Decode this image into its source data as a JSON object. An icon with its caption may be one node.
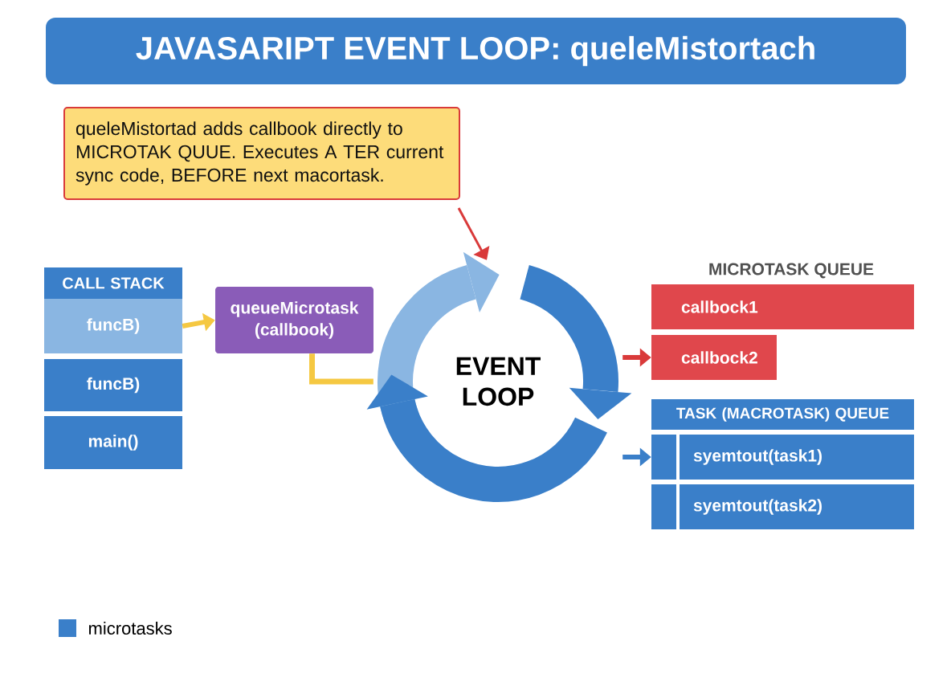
{
  "diagram": {
    "title": "JAVASARIPT EVENT LOOP: queleMistortach",
    "nodes": [
      {
        "text": [
          "CALL STACK"
        ]
      },
      {
        "text": [
          "funcB)"
        ]
      },
      {
        "text": [
          "funcB)"
        ]
      },
      {
        "text": [
          "main()"
        ]
      },
      {
        "text": [
          "queueMicrotask (callbook)"
        ]
      },
      {
        "text": [
          "queleMistortad adds callbook directly to MICROTAK QUUE. Executes A TER current sync code, BEFORE next macortask."
        ]
      },
      {
        "text": [
          "EVENT LOOP"
        ]
      },
      {
        "text": [
          "callbock1"
        ]
      },
      {
        "text": [
          "callbock2"
        ]
      },
      {
        "text": [
          "TASK (MACROTASK) QUEUE"
        ]
      },
      {
        "text": [
          "syemtout(task1)"
        ]
      },
      {
        "text": [
          "syemtout(task2)"
        ]
      }
    ],
    "edges": [
      {
        "from": 1,
        "to": 4,
        "arrow": "to",
        "color": "#f5c842"
      },
      {
        "from": 4,
        "to": 6,
        "arrow": "none",
        "color": "#f5c842"
      },
      {
        "from": 5,
        "to": 6,
        "arrow": "to",
        "color": "#d93a3a"
      },
      {
        "from": 6,
        "to": 8,
        "arrow": "to",
        "color": "#d93a3a"
      },
      {
        "from": 6,
        "to": 10,
        "arrow": "to",
        "color": "#3a7fc9"
      }
    ],
    "labels": [
      "MICROTASK QUEUE"
    ],
    "legend": [
      {
        "text": "microtasks",
        "color": "#3a7fc9"
      }
    ]
  }
}
